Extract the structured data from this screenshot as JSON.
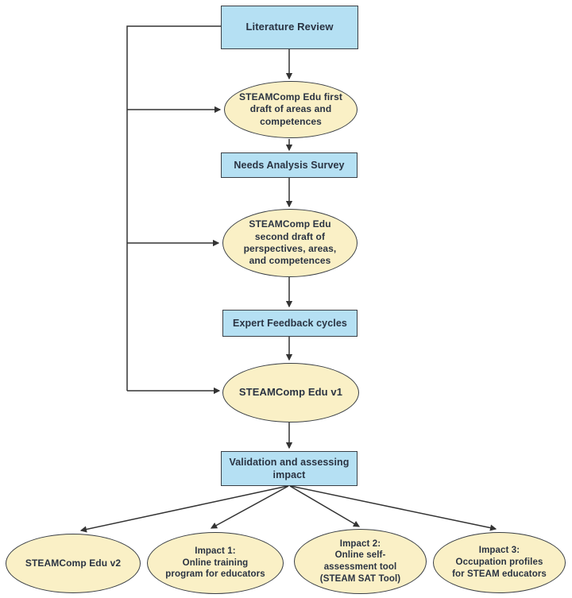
{
  "diagram": {
    "title": "STEAMComp Edu development flowchart",
    "colors": {
      "background": "#ffffff",
      "process_fill": "#b5e0f3",
      "terminal_fill": "#faf0c6",
      "shape_border": "#3a3f45",
      "connector": "#333333",
      "text": "#2a3342"
    },
    "nodes": [
      {
        "id": "literature-review",
        "shape": "rect",
        "label": "Literature Review"
      },
      {
        "id": "first-draft",
        "shape": "ellipse",
        "label": "STEAMComp Edu first\ndraft of areas and\ncompetences"
      },
      {
        "id": "needs-analysis",
        "shape": "rect",
        "label": "Needs Analysis Survey"
      },
      {
        "id": "second-draft",
        "shape": "ellipse",
        "label": "STEAMComp Edu\nsecond draft of\nperspectives, areas,\nand competences"
      },
      {
        "id": "expert-feedback",
        "shape": "rect",
        "label": "Expert Feedback cycles"
      },
      {
        "id": "steamcomp-v1",
        "shape": "ellipse",
        "label": "STEAMComp Edu v1"
      },
      {
        "id": "validation",
        "shape": "rect",
        "label": "Validation and assessing\nimpact"
      },
      {
        "id": "steamcomp-v2",
        "shape": "ellipse",
        "label": "STEAMComp Edu v2"
      },
      {
        "id": "impact-1",
        "shape": "ellipse",
        "label": "Impact 1:\nOnline training\nprogram for educators"
      },
      {
        "id": "impact-2",
        "shape": "ellipse",
        "label": "Impact 2:\nOnline self-\nassessment tool\n(STEAM SAT Tool)"
      },
      {
        "id": "impact-3",
        "shape": "ellipse",
        "label": "Impact 3:\nOccupation profiles\nfor STEAM educators"
      }
    ]
  }
}
